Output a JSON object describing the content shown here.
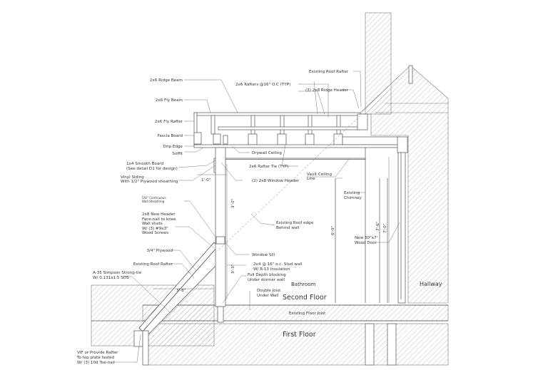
{
  "title": "Dormer section detail",
  "labels": {
    "ridge_beam": "2x6 Ridge Beam",
    "rafters": "2x6 Rafters @16\" O.C (TYP)",
    "fly_beam": "2x6 Fly Beam",
    "fly_rafter": "2x6 Fly Rafter",
    "fascia": "Fascia Board",
    "drip_edge": "Drip Edge",
    "soffit": "Soffit",
    "smooth_board_1": "1x4 Smooth Board",
    "smooth_board_2": "(See detail D1 for design)",
    "vinyl_1": "Vinyl Siding",
    "vinyl_2": "With 1/2\" Plywood sheathing",
    "sheathing_1": "5/8\" Continuous",
    "sheathing_2": "Wall Sheathing",
    "header_1": "2x8 New Header",
    "header_2": "Face-nail to knee",
    "header_3": "Wall studs",
    "header_4": "W/ (3) #9x3\"",
    "header_5": "Wood Screws",
    "plywood": "3/4\" Plywood",
    "existing_rafter_low": "Existing Roof Rafter",
    "strongtie_1": "A-35 Simpson Strong-tie",
    "strongtie_2": "W/ 0.131x1.5 SDS",
    "vif_1": "VIF or Provide Rafter",
    "vif_2": "To top plate fasted",
    "vif_3": "W/ (3) 10d Toe-nail",
    "existing_rafter_top": "Existing Roof Rafter",
    "ridge_header": "(3) 2x8 Ridge Header",
    "drywall": "Drywall Ceiling",
    "rafter_tie": "2x6 Rafter Tie (TYP)",
    "window_header": "(2) 2x8  Window Header",
    "vault_1": "Vault Ceiling",
    "vault_2": "Line",
    "chimney_1": "Existing",
    "chimney_2": "Chimney",
    "roof_edge_1": "Existing Roof edge",
    "roof_edge_2": "Behind wall",
    "door_1": "New 30\"x7'",
    "door_2": "Wood Door",
    "window_sill": "Window Sill",
    "stud_1": "2x4 @ 16\" o.c. Stud wall",
    "stud_2": "W/ R-13 Insulation",
    "blocking_1": "Full Depth blocking",
    "blocking_2": "Under dormer wall",
    "double_joist_1": "Double Joist",
    "double_joist_2": "Under Wall",
    "floor_joist": "Existing Floor Joist"
  },
  "rooms": {
    "bathroom": "Bathroom",
    "second_floor": "Second Floor",
    "hallway": "Hallway",
    "first_floor": "First Floor"
  },
  "dimensions": {
    "overhang": "1'-0\"",
    "upper_wall": "3'-0\"",
    "lower_wall": "3'-3\"",
    "knee": "3'-8\"",
    "vault": "6'-9\"",
    "ceiling": "7'-6\"",
    "door": "7'-0\""
  }
}
